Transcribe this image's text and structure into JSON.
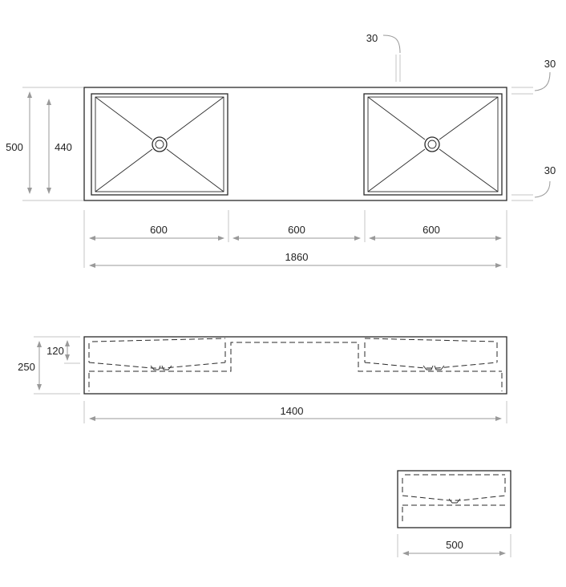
{
  "drawing": {
    "top_view": {
      "dims": {
        "total_width": "1860",
        "left_basin": "600",
        "middle_gap": "600",
        "right_basin": "600",
        "height": "500",
        "basin_depth": "440",
        "top_edge": "30",
        "right_edge_top": "30",
        "right_edge_bottom": "30"
      }
    },
    "front_view": {
      "dims": {
        "height": "250",
        "basin_depth": "120",
        "width": "1400"
      }
    },
    "side_view": {
      "dims": {
        "depth": "500"
      }
    }
  }
}
